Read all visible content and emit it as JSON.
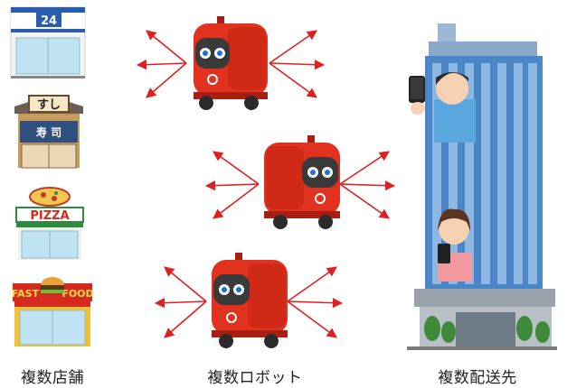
{
  "labels": {
    "stores": "複数店舗",
    "robots": "複数ロボット",
    "destinations": "複数配送先"
  },
  "stores": [
    {
      "name": "convenience-store",
      "sign": "24"
    },
    {
      "name": "sushi-shop",
      "sign": "すし",
      "curtain": "寿 司"
    },
    {
      "name": "pizza-shop",
      "sign": "PIZZA"
    },
    {
      "name": "fast-food-shop",
      "sign_left": "FAST",
      "sign_right": "FOOD"
    }
  ],
  "colors": {
    "arrow": "#e02020",
    "robot_body": "#e0321e",
    "robot_dark": "#a81e10",
    "building": "#4a86c5"
  }
}
